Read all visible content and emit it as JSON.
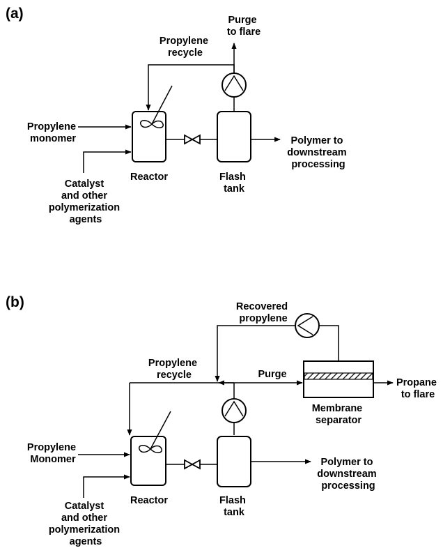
{
  "panel_a": {
    "tag": "(a)",
    "labels": {
      "purge": [
        "Purge",
        "to flare"
      ],
      "recycle": [
        "Propylene",
        "recycle"
      ],
      "monomer": [
        "Propylene",
        "monomer"
      ],
      "catalyst": [
        "Catalyst",
        "and other",
        "polymerization",
        "agents"
      ],
      "reactor": [
        "Reactor"
      ],
      "flash": [
        "Flash",
        "tank"
      ],
      "polymer": [
        "Polymer to",
        "downstream",
        "processing"
      ]
    }
  },
  "panel_b": {
    "tag": "(b)",
    "labels": {
      "recovered": [
        "Recovered",
        "propylene"
      ],
      "recycle": [
        "Propylene",
        "recycle"
      ],
      "purge": [
        "Purge"
      ],
      "membrane": [
        "Membrane",
        "separator"
      ],
      "propane": [
        "Propane",
        "to flare"
      ],
      "monomer": [
        "Propylene",
        "Monomer"
      ],
      "catalyst": [
        "Catalyst",
        "and other",
        "polymerization",
        "agents"
      ],
      "reactor": [
        "Reactor"
      ],
      "flash": [
        "Flash",
        "tank"
      ],
      "polymer": [
        "Polymer to",
        "downstream",
        "processing"
      ]
    }
  }
}
